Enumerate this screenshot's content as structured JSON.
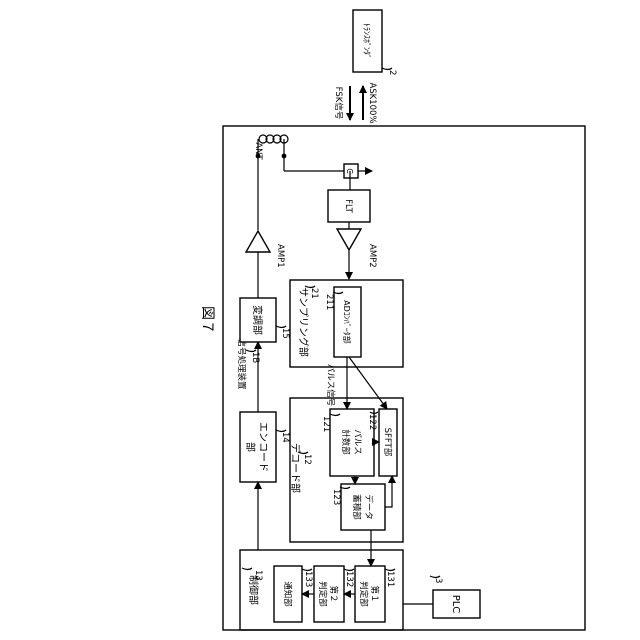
{
  "figure_label": "図７",
  "transponder": {
    "ref": "2",
    "label": "ﾄﾗﾝｽﾎﾟﾝﾀﾞ"
  },
  "plc": {
    "ref": "3",
    "label": "PLC"
  },
  "signals": {
    "ask": "ASK100%",
    "fsk": "FSK信号",
    "pulse": "パルス信号"
  },
  "device": {
    "ref": "1B",
    "label": "信号処理装置"
  },
  "ant": {
    "label": "ANT"
  },
  "capacitor": {
    "label": "C"
  },
  "flt": {
    "label": "FLT"
  },
  "amp1": {
    "label": "AMP1"
  },
  "amp2": {
    "label": "AMP2"
  },
  "modulator": {
    "ref": "15",
    "label": "変調部"
  },
  "sampling": {
    "ref": "21",
    "label": "サンプリング部"
  },
  "ad_converter": {
    "ref": "211",
    "label": "ADｺﾝﾊﾞｰﾀ部"
  },
  "encoder": {
    "ref": "14",
    "line1": "エンコード",
    "line2": "部"
  },
  "decoder": {
    "ref": "12",
    "label": "デコード部"
  },
  "pulse_counter": {
    "ref": "121",
    "line1": "パルス",
    "line2": "計数部"
  },
  "sfft": {
    "ref": "122",
    "label": "SFFT部"
  },
  "data_store": {
    "ref": "123",
    "line1": "データ",
    "line2": "蓄積部"
  },
  "control": {
    "ref": "13",
    "label": "制御部"
  },
  "notify": {
    "ref": "133",
    "label": "通知部"
  },
  "judge2": {
    "ref": "132",
    "line1": "第２",
    "line2": "判定部"
  },
  "judge1": {
    "ref": "131",
    "line1": "第１",
    "line2": "判定部"
  }
}
